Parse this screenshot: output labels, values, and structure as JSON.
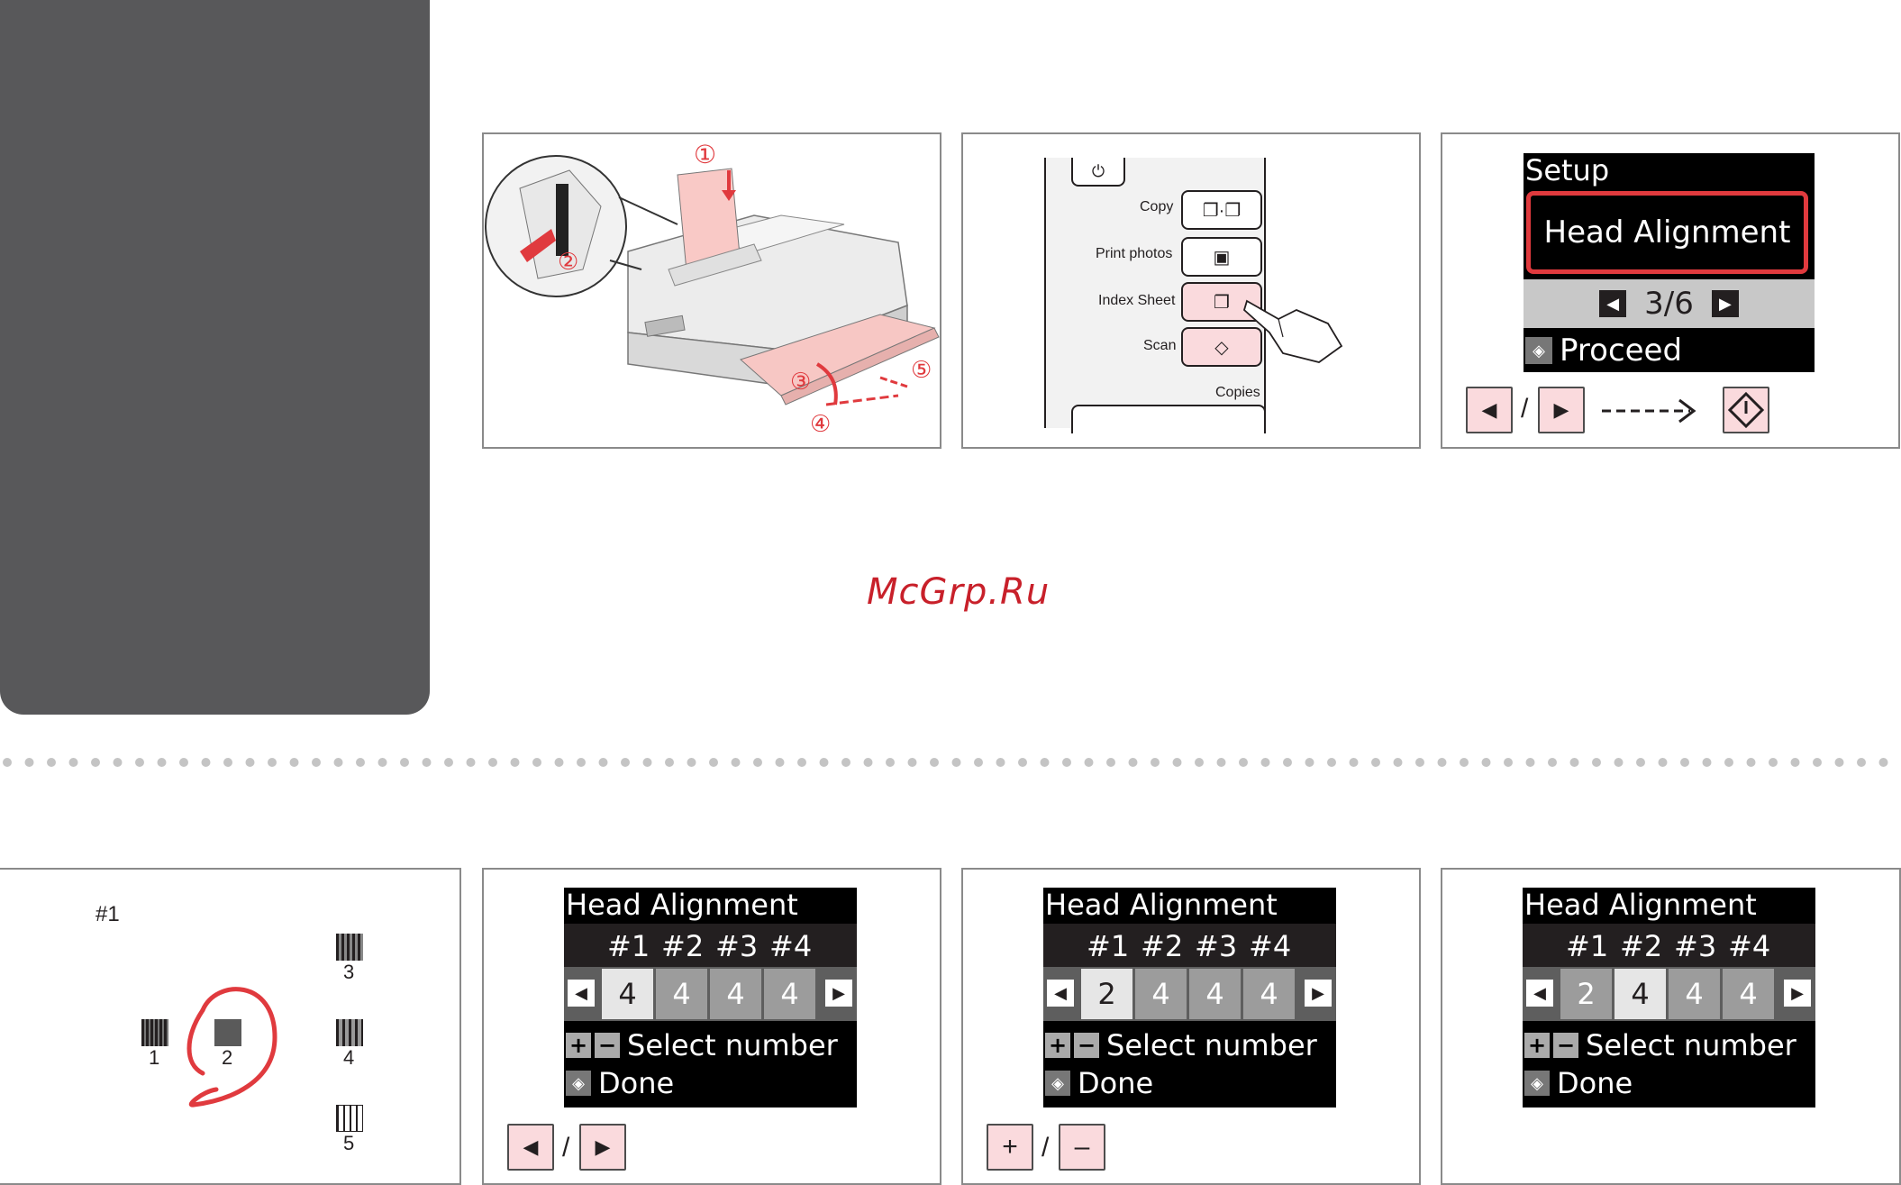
{
  "watermark": "McGrp.Ru",
  "panel1": {
    "step_labels": [
      "①",
      "②",
      "③",
      "④",
      "⑤"
    ]
  },
  "panel2": {
    "buttons": [
      "Copy",
      "Print photos",
      "Index Sheet",
      "Scan"
    ],
    "copies_label": "Copies"
  },
  "panel3": {
    "screen_title": "Setup",
    "menu_item": "Head Alignment",
    "page_indicator": "3/6",
    "proceed_label": "Proceed",
    "separator": "/"
  },
  "panel4": {
    "pattern_label": "#1",
    "numbers": [
      "1",
      "2",
      "3",
      "4",
      "5"
    ]
  },
  "head_screens": [
    {
      "title": "Head Alignment",
      "headers": [
        "#1",
        "#2",
        "#3",
        "#4"
      ],
      "values": [
        "4",
        "4",
        "4",
        "4"
      ],
      "selected": 0,
      "hint": "Select number",
      "done": "Done"
    },
    {
      "title": "Head Alignment",
      "headers": [
        "#1",
        "#2",
        "#3",
        "#4"
      ],
      "values": [
        "2",
        "4",
        "4",
        "4"
      ],
      "selected": 0,
      "hint": "Select number",
      "done": "Done"
    },
    {
      "title": "Head Alignment",
      "headers": [
        "#1",
        "#2",
        "#3",
        "#4"
      ],
      "values": [
        "2",
        "4",
        "4",
        "4"
      ],
      "selected": 1,
      "hint": "Select number",
      "done": "Done"
    }
  ],
  "panel5_keys": {
    "separator": "/"
  },
  "panel6_keys": {
    "plus": "+",
    "minus": "–",
    "separator": "/"
  },
  "colors": {
    "sidebar": "#58585a",
    "accent_red": "#e03a3e",
    "key_fill": "#fadadd"
  }
}
